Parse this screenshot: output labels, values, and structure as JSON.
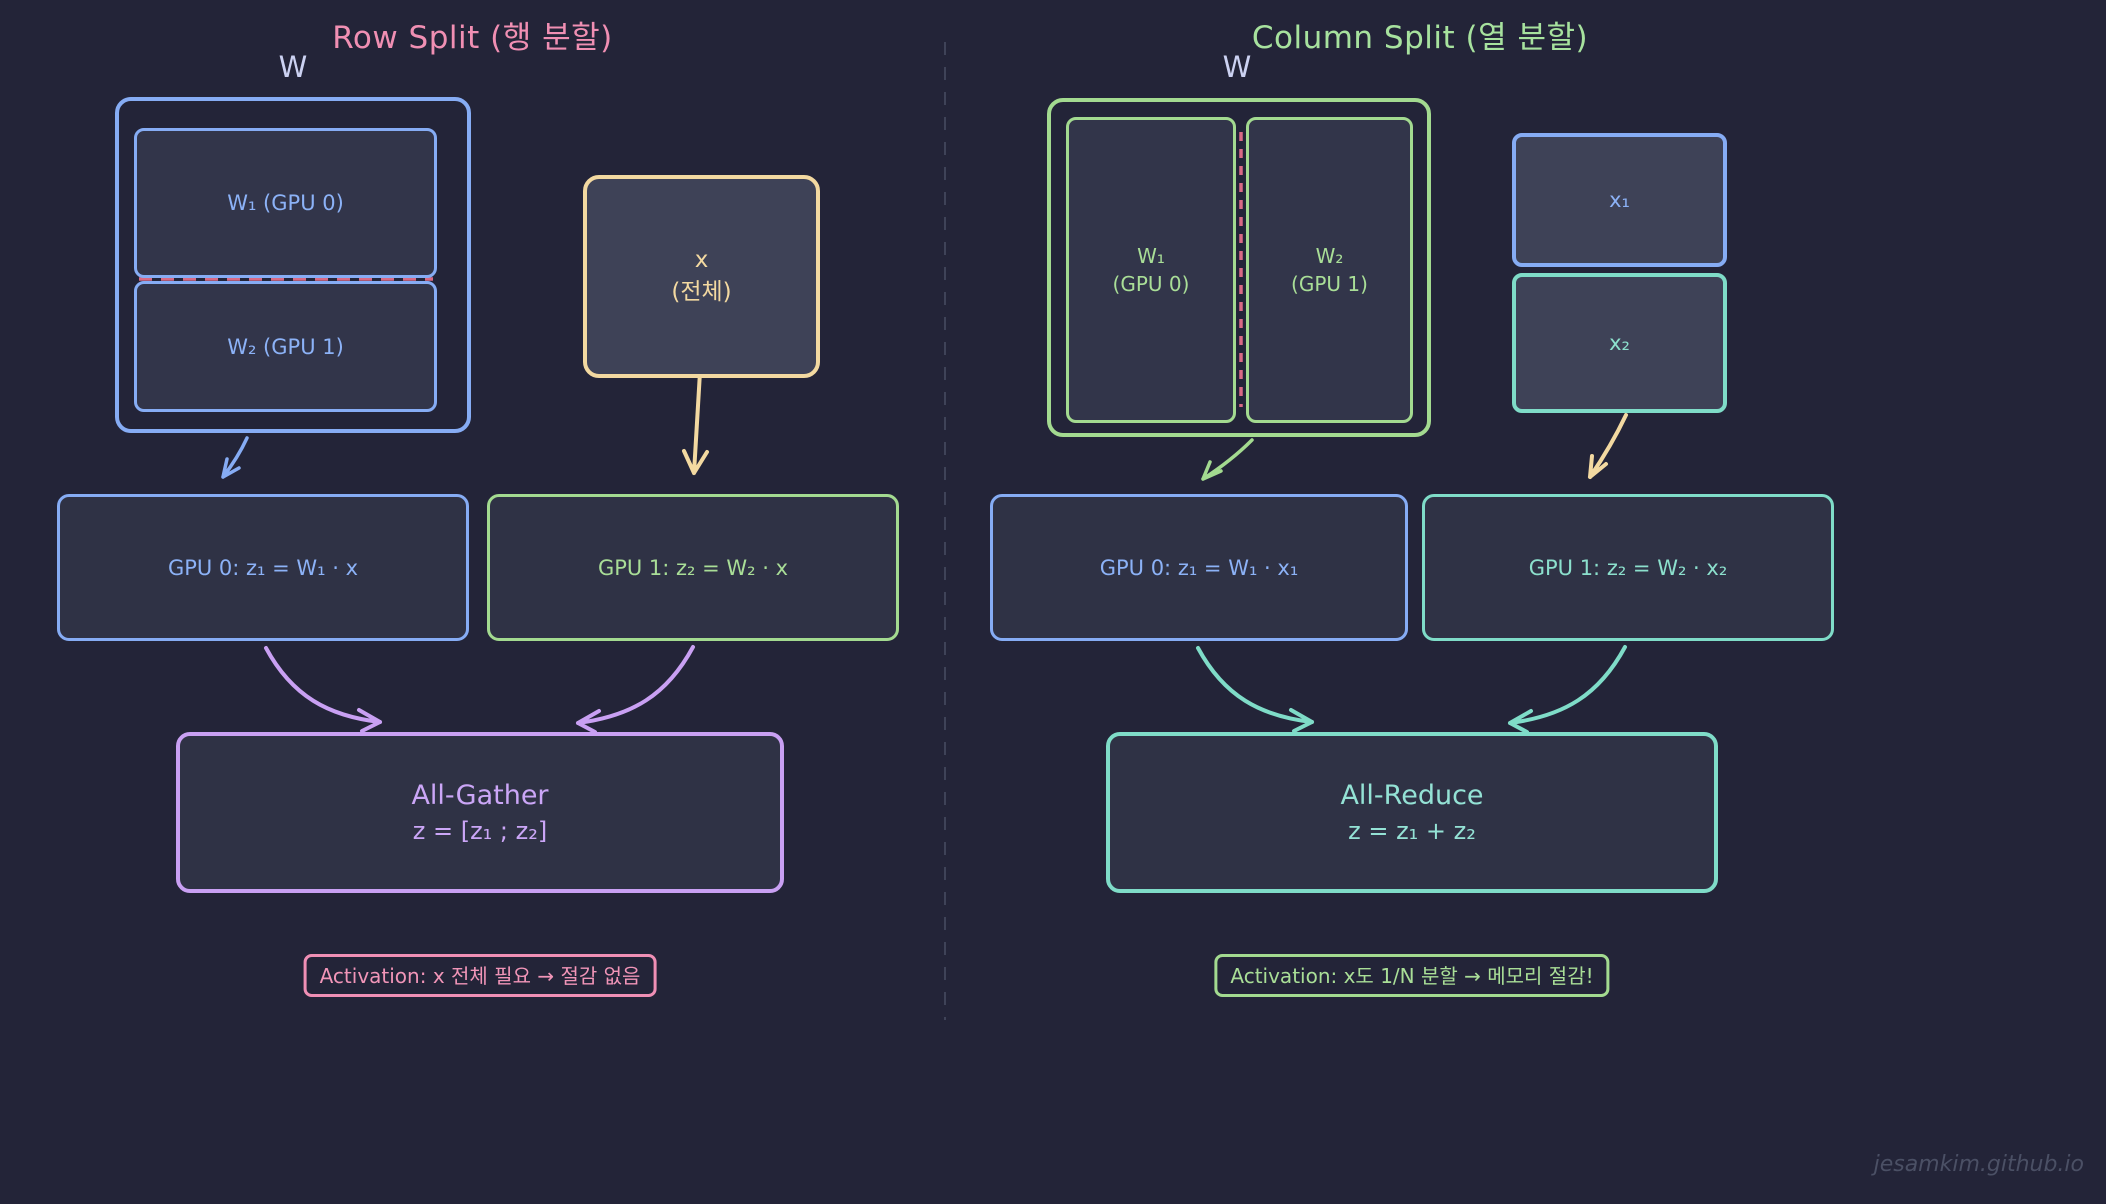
{
  "left": {
    "title": "Row Split (행 분할)",
    "w_label": "W",
    "w1": "W₁ (GPU 0)",
    "w2": "W₂ (GPU 1)",
    "x_line1": "x",
    "x_line2": "(전체)",
    "gpu0": "GPU 0: z₁ = W₁ · x",
    "gpu1": "GPU 1: z₂ = W₂ · x",
    "gather_title": "All-Gather",
    "gather_formula": "z = [z₁ ; z₂]",
    "activation_note": "Activation: x 전체 필요 → 절감 없음"
  },
  "right": {
    "title": "Column Split (열 분할)",
    "w_label": "W",
    "w1_line1": "W₁",
    "w1_line2": "(GPU 0)",
    "w2_line1": "W₂",
    "w2_line2": "(GPU 1)",
    "x1": "x₁",
    "x2": "x₂",
    "gpu0": "GPU 0: z₁ = W₁ · x₁",
    "gpu1": "GPU 1: z₂ = W₂ · x₂",
    "reduce_title": "All-Reduce",
    "reduce_formula": "z = z₁ + z₂",
    "activation_note": "Activation: x도 1/N 분할 → 메모리 절감!"
  },
  "watermark": "jesamkim.github.io",
  "colors": {
    "background": "#232438",
    "compute_box_fill": "#2f3245",
    "weight_box_fill": "#32354a",
    "x_box_fill": "#3e4257",
    "blue": "#86acf4",
    "green": "#a3da90",
    "yellow": "#f3d9a1",
    "purple": "#c9a0f3",
    "teal": "#7fdcc8",
    "pink_title": "#f08fb3",
    "split_dash_pink": "#d96a85",
    "divider": "#3f4358",
    "watermark_gray": "#4b5065"
  }
}
